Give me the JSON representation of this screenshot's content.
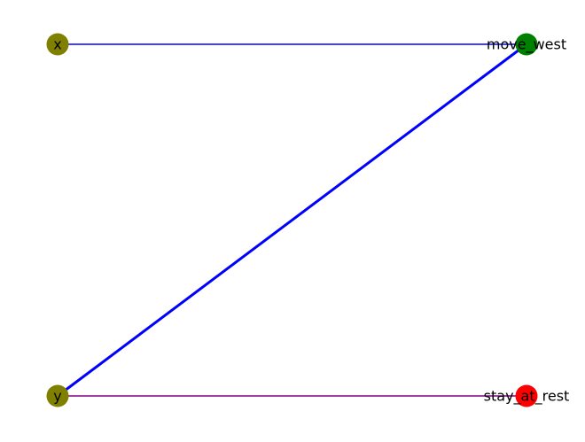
{
  "graph": {
    "nodes": [
      {
        "id": "x",
        "label": "x",
        "color": "#808000"
      },
      {
        "id": "y",
        "label": "y",
        "color": "#808000"
      },
      {
        "id": "move_west",
        "label": "move_west",
        "color": "#008000"
      },
      {
        "id": "stay_at_rest",
        "label": "stay_at_rest",
        "color": "#ff0000"
      }
    ],
    "edges": [
      {
        "source": "x",
        "target": "move_west",
        "color": "#0000ff",
        "weight": "normal"
      },
      {
        "source": "y",
        "target": "move_west",
        "color": "#0000ff",
        "weight": "bold"
      },
      {
        "source": "y",
        "target": "stay_at_rest",
        "color": "#800080",
        "weight": "normal"
      }
    ]
  }
}
